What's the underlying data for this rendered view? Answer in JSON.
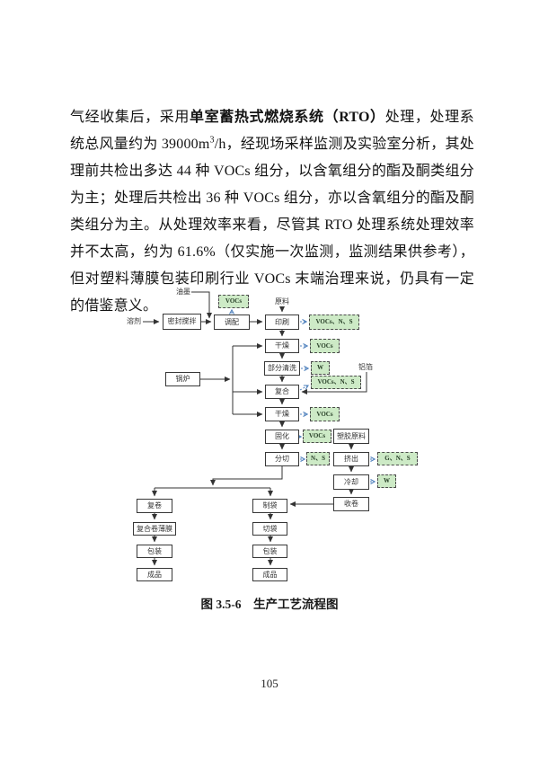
{
  "document": {
    "paragraph": {
      "seg1": "气经收集后，采用",
      "seg2_bold": "单室蓄热式燃烧系统（RTO）",
      "seg3": "处理，处理系统总风量约为 39000m",
      "seg4_sup": "3",
      "seg5": "/h，经现场采样监测及实验室分析，其处理前共检出多达 44 种 VOCs 组分，以含氧组分的酯及酮类组分为主；处理后共检出 36 种 VOCs 组分，亦以含氧组分的酯及酮类组分为主。从处理效率来看，尽管其 RTO 处理系统处理效率并不太高，约为 61.6%（仅实施一次监测，监测结果供参考），但对塑料薄膜包装印刷行业 VOCs 末端治理来说，仍具有一定的借鉴意义。"
    },
    "figure_caption": "图 3.5-6　生产工艺流程图",
    "page_number": "105"
  },
  "flowchart": {
    "inputs": {
      "solvent": "溶剂",
      "ink": "油墨",
      "raw_material": "原料",
      "aluminum_foil": "铝箔"
    },
    "nodes": {
      "seal_mix": "密封搅拌",
      "blend": "调配",
      "print": "印刷",
      "dry1": "干燥",
      "partial_clean": "部分清洗",
      "laminate": "复合",
      "dry2": "干燥",
      "cure": "固化",
      "slit": "分切",
      "boiler": "锅炉",
      "plastic_raw": "塑胶原料",
      "extrude": "挤出",
      "cool": "冷却",
      "wind": "收卷",
      "rewind": "复卷",
      "laminated_film": "复合卷薄膜",
      "pack_left": "包装",
      "product_left": "成品",
      "bag_make": "制袋",
      "bag_cut": "切袋",
      "pack_mid": "包装",
      "product_mid": "成品"
    },
    "emissions": {
      "blend": "VOCs",
      "print": "VOCs、N、S",
      "dry1": "VOCs",
      "partial_clean": "W",
      "laminate": "VOCs、N、S",
      "dry2": "VOCs",
      "cure": "VOCs",
      "slit": "N、S",
      "extrude": "G、N、S",
      "cool": "W"
    },
    "colors": {
      "emission_fill": "#cdeac6",
      "emission_border": "#4b4b4b",
      "process_border": "#383838",
      "arrow": "#333333",
      "emission_arrow": "#4f81bd"
    }
  }
}
